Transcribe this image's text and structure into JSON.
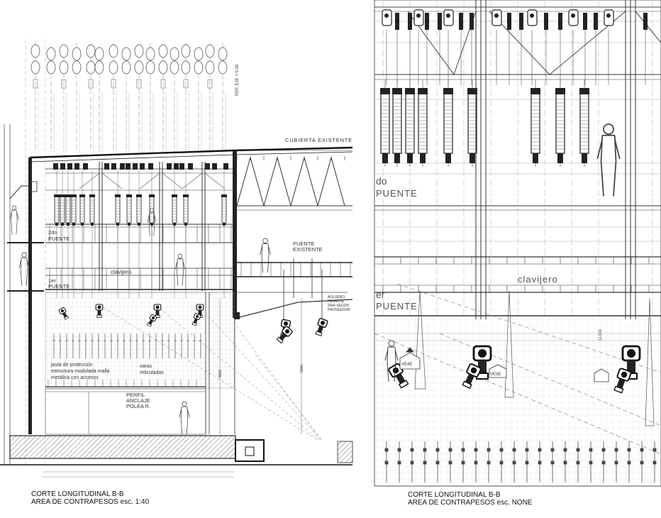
{
  "drawing": {
    "left_panel": {
      "caption_line1": "CORTE LONGITUDINAL B-B",
      "caption_line2": "AREA DE CONTRAPESOS esc. 1:40",
      "labels": {
        "cubierta": "CUBIERTA EXISTENTE",
        "segundo_puente_1": "2do",
        "segundo_puente_2": "PUENTE",
        "clavijero": "clavijero",
        "primer_puente_1": "1er",
        "primer_puente_2": "PUENTE",
        "puente_existente_1": "PUENTE",
        "puente_existente_2": "EXISTENTE",
        "agujero_1": "AGUJERO",
        "agujero_2": "PASANTE",
        "agujero_3": "20x4 SEGÚN",
        "agujero_4": "PROVEEDOR",
        "jaula_1": "jaula de protección",
        "jaula_2": "estructura modulada malla",
        "jaula_3": "metálica con accesos",
        "varas_1": "varas",
        "varas_2": "reticuladas",
        "perfil_1": "PERFIL",
        "perfil_2": "ANCLAJE",
        "perfil_3": "POLEA R.",
        "ref_eje": "REF. EJE + 0.00",
        "dim_9000": "9000",
        "dim_4500": "4500"
      }
    },
    "right_panel": {
      "caption_line1": "CORTE LONGITUDINAL B-B",
      "caption_line2": "AREA DE CONTRAPESOS esc. NONE",
      "labels": {
        "segundo": "do",
        "puente_2": "PUENTE",
        "clavijero": "clavijero",
        "primer": "er",
        "puente_1": "PUENTE",
        "tag_1": "VE4E",
        "tag_2": "VE3E",
        "dim_11300": "11300"
      }
    }
  }
}
